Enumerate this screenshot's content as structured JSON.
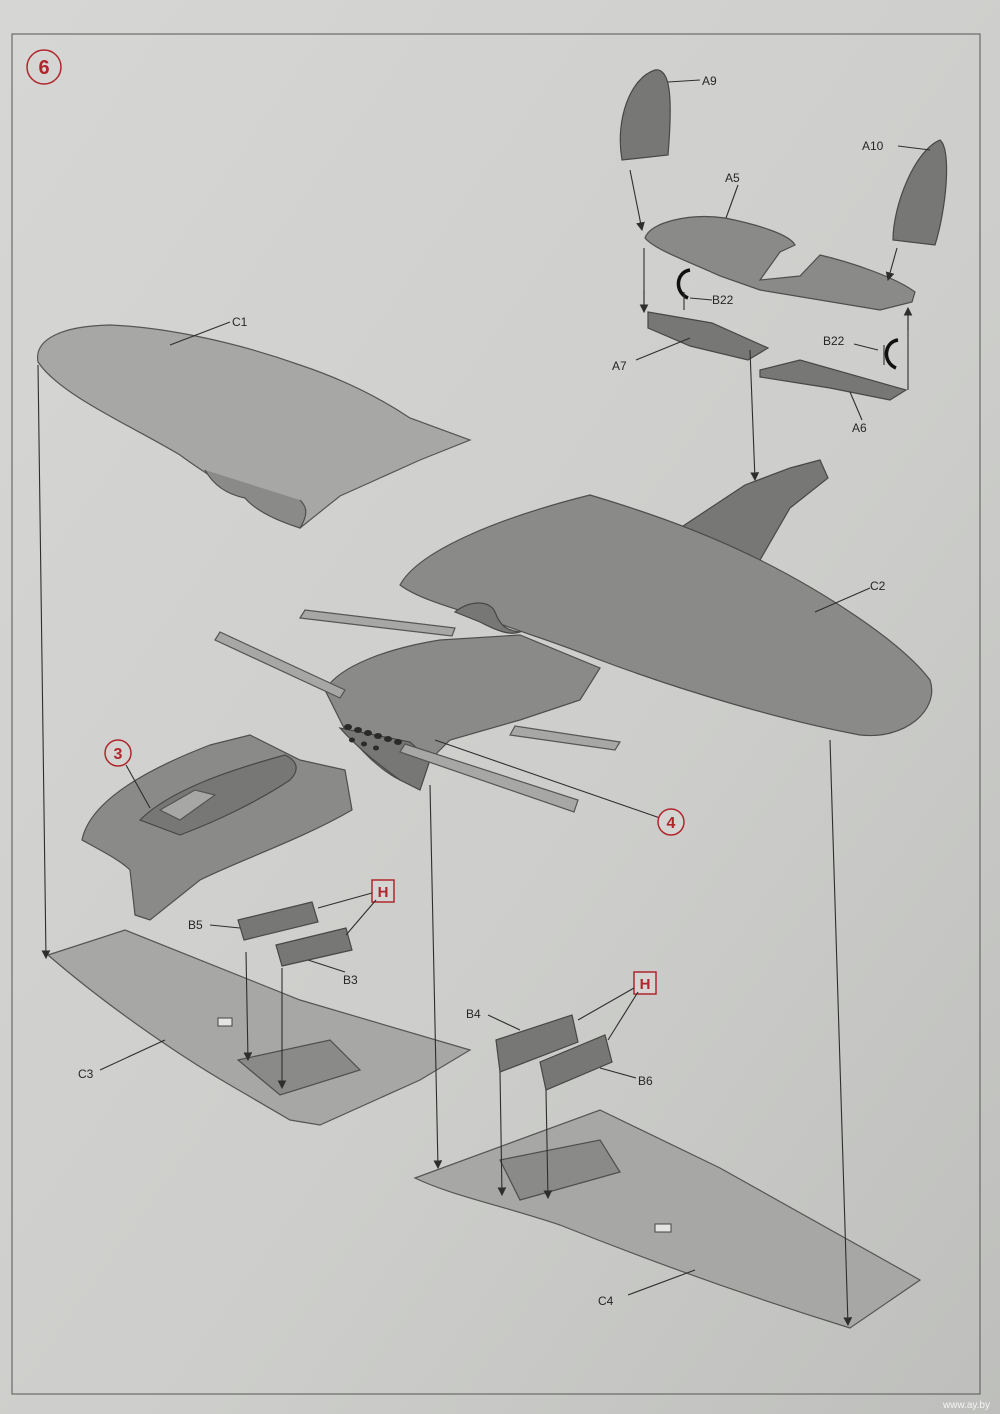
{
  "step": "6",
  "parts": {
    "A9": "A9",
    "A10": "A10",
    "A5": "A5",
    "B22_left": "B22",
    "B22_right": "B22",
    "A7": "A7",
    "A6": "A6",
    "C1": "C1",
    "C2": "C2",
    "sub3": "3",
    "sub4": "4",
    "B5": "B5",
    "B3": "B3",
    "C3": "C3",
    "B4": "B4",
    "B6": "B6",
    "C4": "C4"
  },
  "glue_marker": "H",
  "watermark": "www.ay.by",
  "colors": {
    "paper": "#cfd0ce",
    "part": "#8a8a88",
    "accent_red": "#b0262c"
  }
}
